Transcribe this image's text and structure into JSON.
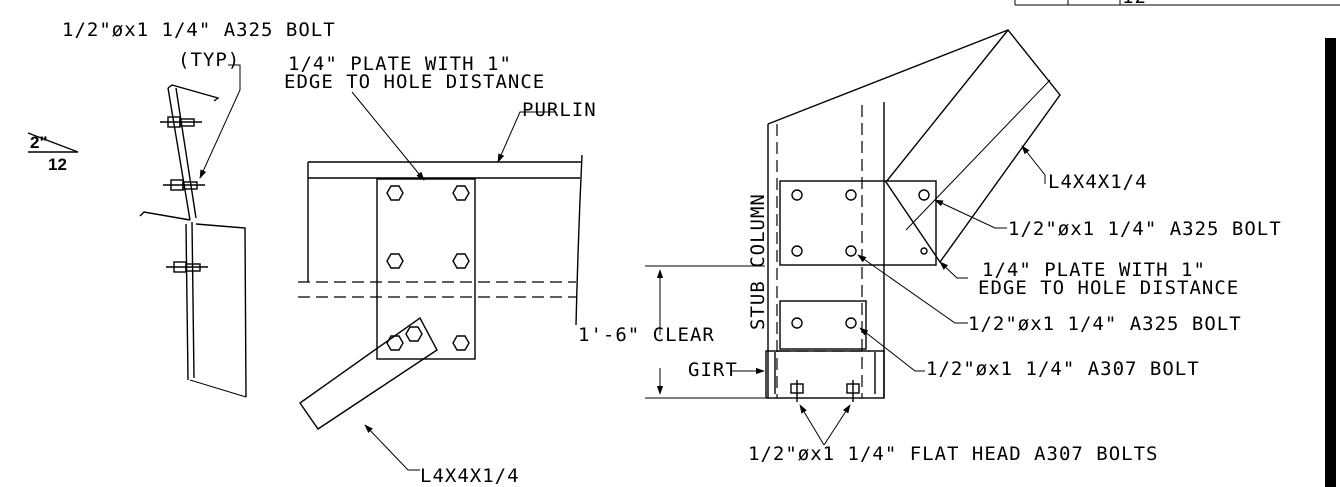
{
  "labels": {
    "left_bolt": "1/2\"øx1 1/4\" A325 BOLT",
    "typ": "(TYP)",
    "slope_rise": "2\"",
    "slope_run": "12",
    "plate_note_line1": "1/4\" PLATE WITH 1\"",
    "plate_note_line2": "EDGE TO HOLE DISTANCE",
    "purlin": "PURLIN",
    "angle_bottom": "L4X4X1/4",
    "clear": "1'-6\" CLEAR",
    "stub_column": "STUB COLUMN",
    "angle_right": "L4X4X1/4",
    "right_bolt_top": "1/2\"øx1 1/4\" A325 BOLT",
    "right_plate_line1": "1/4\" PLATE WITH 1\"",
    "right_plate_line2": "EDGE TO HOLE DISTANCE",
    "right_bolt_mid": "1/2\"øx1 1/4\" A325 BOLT",
    "a307_bolt": "1/2\"øx1 1/4\" A307 BOLT",
    "girt": "GIRT",
    "flat_head_bolts": "1/2\"øx1 1/4\" FLAT HEAD A307 BOLTS",
    "title_block_value": "12"
  }
}
